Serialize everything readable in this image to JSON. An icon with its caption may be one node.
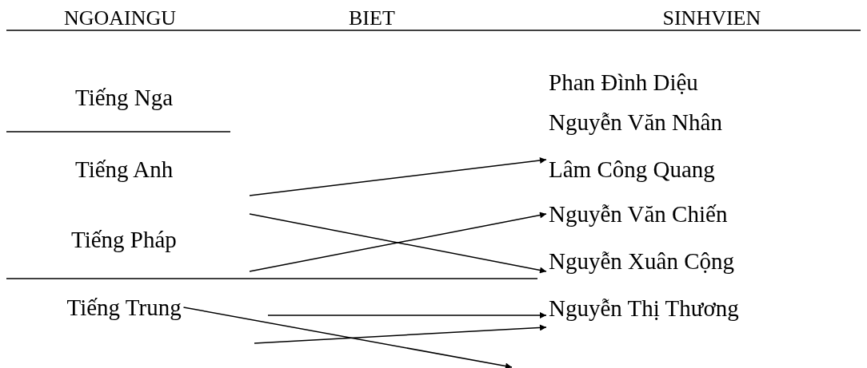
{
  "diagram": {
    "nodes": [
      {
        "text": [
          "Tiếng Nga"
        ]
      },
      {
        "text": [
          "Tiếng Anh"
        ]
      },
      {
        "text": [
          "Tiếng Pháp"
        ]
      },
      {
        "text": [
          "Tiếng Trung"
        ]
      },
      {
        "text": [
          "Phan Đình Diệu"
        ]
      },
      {
        "text": [
          "Nguyễn Văn Nhân"
        ]
      },
      {
        "text": [
          "Lâm Công Quang"
        ]
      },
      {
        "text": [
          "Nguyễn Văn Chiến"
        ]
      },
      {
        "text": [
          "Nguyễn Xuân Cộng"
        ]
      },
      {
        "text": [
          "Nguyễn Thị Thương"
        ]
      }
    ],
    "edges": [
      {
        "from": null,
        "to": 6,
        "arrow": "to"
      },
      {
        "from": null,
        "to": 8,
        "arrow": "to"
      },
      {
        "from": null,
        "to": 7,
        "arrow": "to"
      },
      {
        "from": 3,
        "to": null,
        "arrow": "to"
      },
      {
        "from": null,
        "to": 9,
        "arrow": "to"
      },
      {
        "from": null,
        "to": 9,
        "arrow": "to"
      }
    ],
    "labels": [
      "NGOAINGU",
      "BIET",
      "SINHVIEN"
    ]
  }
}
